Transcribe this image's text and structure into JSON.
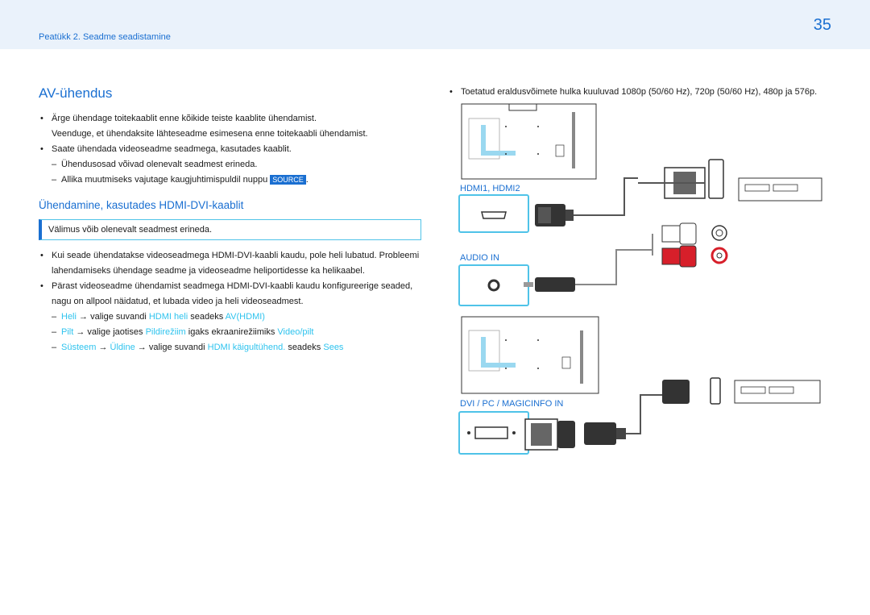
{
  "header": {
    "chapter": "Peatükk 2. Seadme seadistamine",
    "page_number": "35"
  },
  "left": {
    "title": "AV-ühendus",
    "bullets": [
      {
        "line1": "Ärge ühendage toitekaablit enne kõikide teiste kaablite ühendamist.",
        "line2": "Veenduge, et ühendaksite lähteseadme esimesena enne toitekaabli ühendamist."
      },
      {
        "line1": "Saate ühendada videoseadme seadmega, kasutades kaablit."
      }
    ],
    "sub_bullets": [
      "Ühendusosad võivad olenevalt seadmest erineda.",
      "Allika muutmiseks vajutage kaugjuhtimispuldil nuppu"
    ],
    "source_key": "SOURCE",
    "source_period": ".",
    "section_title": "Ühendamine, kasutades HDMI-DVI-kaablit",
    "note": "Välimus võib olenevalt seadmest erineda.",
    "para1_line1": "Kui seade ühendatakse videoseadmega HDMI-DVI-kaabli kaudu, pole heli lubatud. Probleemi",
    "para1_line2": "lahendamiseks ühendage seadme ja videoseadme heliportidesse ka helikaabel.",
    "para2_line1": "Pärast videoseadme ühendamist seadmega HDMI-DVI-kaabli kaudu konfigureerige seaded,",
    "para2_line2": "nagu on allpool näidatud, et lubada video ja heli videoseadmest.",
    "steps": {
      "s1_a": "Heli",
      "s1_b": "→ valige suvandi",
      "s1_c": "HDMI heli",
      "s1_d": "seadeks",
      "s1_e": "AV(HDMI)",
      "s2_a": "Pilt",
      "s2_b": "→ valige jaotises",
      "s2_c": "Pildirežiim",
      "s2_d": "igaks ekraanirežiimiks",
      "s2_e": "Video/pilt",
      "s3_a": "Süsteem",
      "s3_arrow": "→",
      "s3_b": "Üldine",
      "s3_c": "→ valige suvandi",
      "s3_d": "HDMI käigultühend.",
      "s3_e": "seadeks",
      "s3_f": "Sees"
    }
  },
  "right": {
    "resolution_note": "Toetatud eraldusvõimete hulka kuuluvad 1080p (50/60 Hz), 720p (50/60 Hz), 480p ja 576p.",
    "label_hdmi": "HDMI1, HDMI2",
    "label_audio": "AUDIO IN",
    "label_dvi": "DVI / PC / MAGICINFO IN"
  },
  "colors": {
    "accent": "#1a6fd1",
    "highlight": "#2ec3ee",
    "header_bg": "#eaf2fb"
  },
  "icons": [
    "hdmi-port-icon",
    "audio-port-icon",
    "dvi-port-icon",
    "display-back-icon",
    "video-player-icon",
    "red-rca-icon",
    "white-rca-icon"
  ]
}
